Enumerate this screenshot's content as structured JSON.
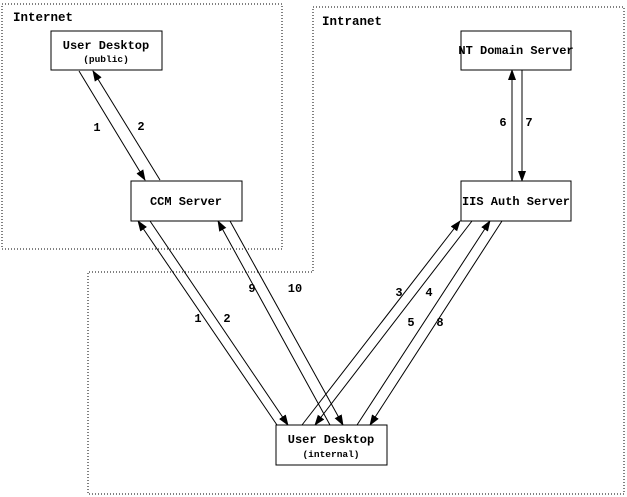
{
  "colors": {
    "ink": "#000000",
    "background": "#ffffff"
  },
  "regions": {
    "internet": {
      "label": "Internet"
    },
    "intranet": {
      "label": "Intranet"
    }
  },
  "nodes": {
    "user_desktop_public": {
      "title": "User Desktop",
      "subtitle": "(public)"
    },
    "ccm_server": {
      "title": "CCM Server"
    },
    "nt_domain_server": {
      "title": "NT Domain Server"
    },
    "iis_auth_server": {
      "title": "IIS Auth Server"
    },
    "user_desktop_internal": {
      "title": "User Desktop",
      "subtitle": "(internal)"
    }
  },
  "edges": [
    {
      "label": "1",
      "from": "user_desktop_public",
      "to": "ccm_server"
    },
    {
      "label": "2",
      "from": "ccm_server",
      "to": "user_desktop_public"
    },
    {
      "label": "1",
      "from": "user_desktop_internal",
      "to": "ccm_server"
    },
    {
      "label": "2",
      "from": "ccm_server",
      "to": "user_desktop_internal"
    },
    {
      "label": "9",
      "from": "user_desktop_internal",
      "to": "ccm_server"
    },
    {
      "label": "10",
      "from": "ccm_server",
      "to": "user_desktop_internal"
    },
    {
      "label": "3",
      "from": "user_desktop_internal",
      "to": "iis_auth_server"
    },
    {
      "label": "4",
      "from": "iis_auth_server",
      "to": "user_desktop_internal"
    },
    {
      "label": "5",
      "from": "user_desktop_internal",
      "to": "iis_auth_server"
    },
    {
      "label": "8",
      "from": "iis_auth_server",
      "to": "user_desktop_internal"
    },
    {
      "label": "6",
      "from": "iis_auth_server",
      "to": "nt_domain_server"
    },
    {
      "label": "7",
      "from": "nt_domain_server",
      "to": "iis_auth_server"
    }
  ]
}
